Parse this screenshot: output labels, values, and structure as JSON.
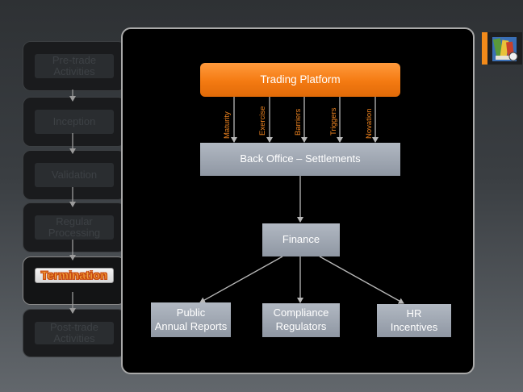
{
  "stages": [
    {
      "label": "Pre-trade Activities",
      "active": false
    },
    {
      "label": "Inception",
      "active": false
    },
    {
      "label": "Validation",
      "active": false
    },
    {
      "label": "Regular Processing",
      "active": false
    },
    {
      "label": "Termination",
      "active": true
    },
    {
      "label": "Post-trade Activities",
      "active": false
    }
  ],
  "diagram": {
    "trading_platform": "Trading Platform",
    "events": [
      "Maturity",
      "Exercise",
      "Barriers",
      "Triggers",
      "Novation"
    ],
    "back_office": "Back Office – Settlements",
    "finance": "Finance",
    "outputs": [
      {
        "line1": "Public",
        "line2": "Annual Reports"
      },
      {
        "line1": "Compliance",
        "line2": "Regulators"
      },
      {
        "line1": "HR",
        "line2": "Incentives"
      }
    ]
  },
  "colors": {
    "accent_orange": "#f47a12",
    "event_label": "#ef8420",
    "grey_box": "#9aa2ad"
  },
  "logo_icon": "books-logo-icon"
}
